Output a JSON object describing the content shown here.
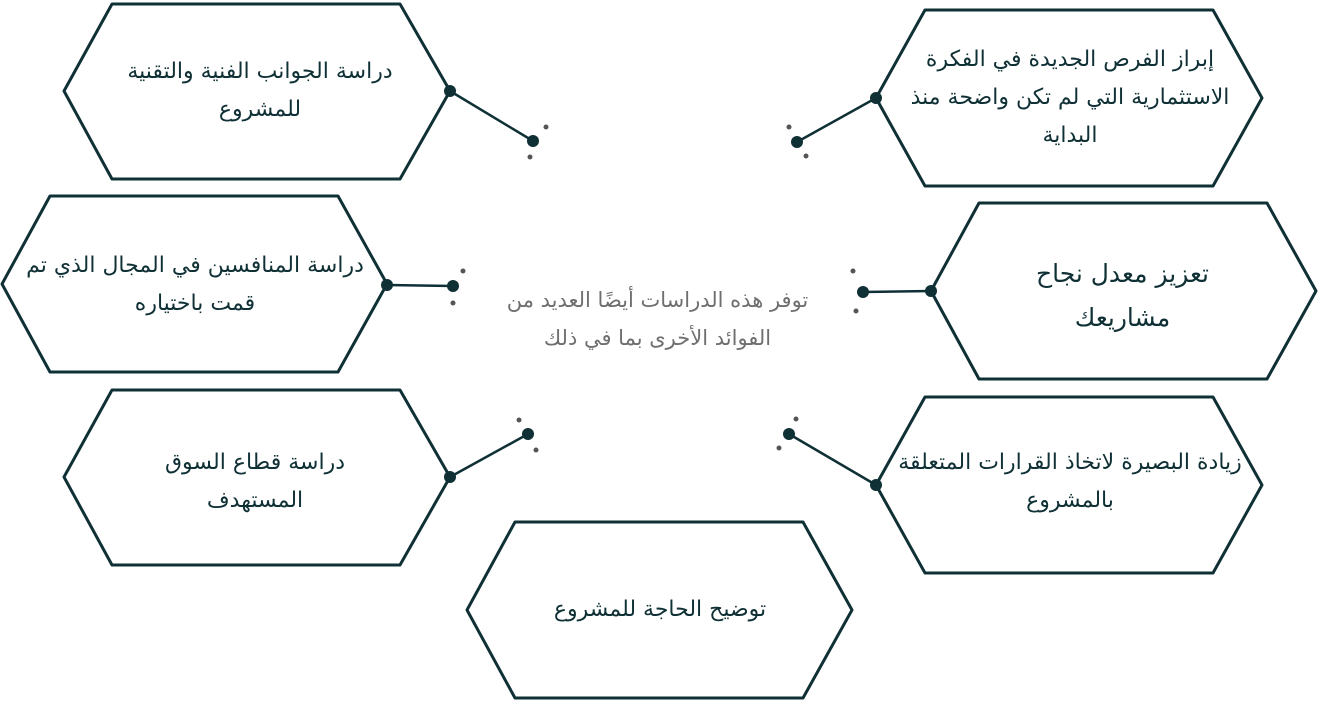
{
  "center_text": "توفر هذه الدراسات أيضًا العديد من الفوائد الأخرى بما في ذلك",
  "colors": {
    "outline": "#0f3035",
    "text": "#0f3035",
    "center_text": "#6f6f6f",
    "dots": "#555555"
  },
  "items": [
    {
      "id": "technical",
      "label": "دراسة الجوانب الفنية والتقنية للمشروع"
    },
    {
      "id": "opportunities",
      "label": "إبراز الفرص الجديدة في الفكرة الاستثمارية التي لم تكن واضحة منذ البداية"
    },
    {
      "id": "competitors",
      "label": "دراسة المنافسين في المجال الذي تم قمت باختياره"
    },
    {
      "id": "success-rate",
      "label": "تعزيز معدل نجاح مشاريعك"
    },
    {
      "id": "market",
      "label": "دراسة قطاع السوق المستهدف"
    },
    {
      "id": "insight",
      "label": "زيادة البصيرة لاتخاذ القرارات المتعلقة بالمشروع"
    },
    {
      "id": "project-need",
      "label": "توضيح الحاجة للمشروع"
    }
  ]
}
